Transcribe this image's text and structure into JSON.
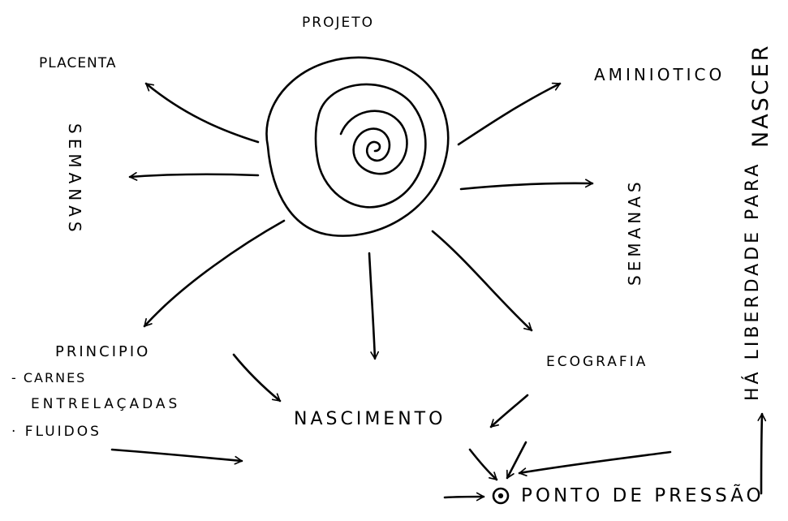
{
  "center_label": "PROJETO",
  "labels": {
    "placenta": "PLACENTA",
    "semanas_left": "SEMANAS",
    "aminiotico": "AMINIOTICO",
    "semanas_right": "SEMANAS",
    "principio": "PRINCIPIO",
    "carnes": "- CARNES",
    "entrelacadas": "ENTRELAÇADAS",
    "fluidos": "· FLUIDOS",
    "nascimento": "NASCIMENTO",
    "ecografia": "ECOGRAFIA",
    "ponto_de_pressao": "PONTO DE PRESSÃO",
    "ha_liberdade_para": "HÁ LIBERDADE PARA",
    "nascer": "NASCER"
  }
}
